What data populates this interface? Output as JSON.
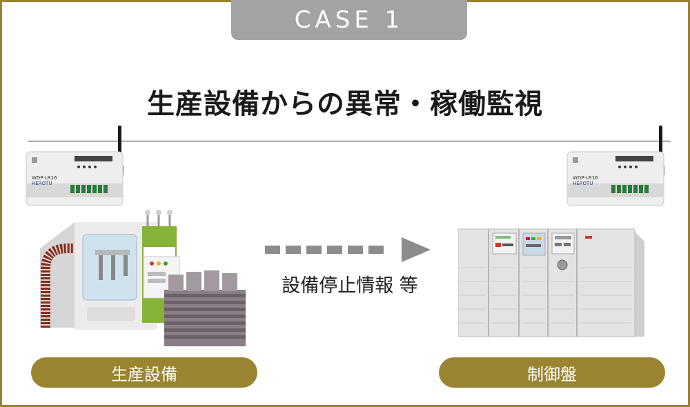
{
  "case_label": "CASE 1",
  "title": "生産設備からの異常・稼働監視",
  "flow_label": "設備停止情報 等",
  "left_caption": "生産設備",
  "right_caption": "制御盤",
  "device_model_text": "WDP-LR16",
  "device_brand_text": "HEROTU",
  "colors": {
    "gold": "#9a8431",
    "tab_gray": "#a3a3a3",
    "arrow_gray": "#8c8c8c"
  }
}
